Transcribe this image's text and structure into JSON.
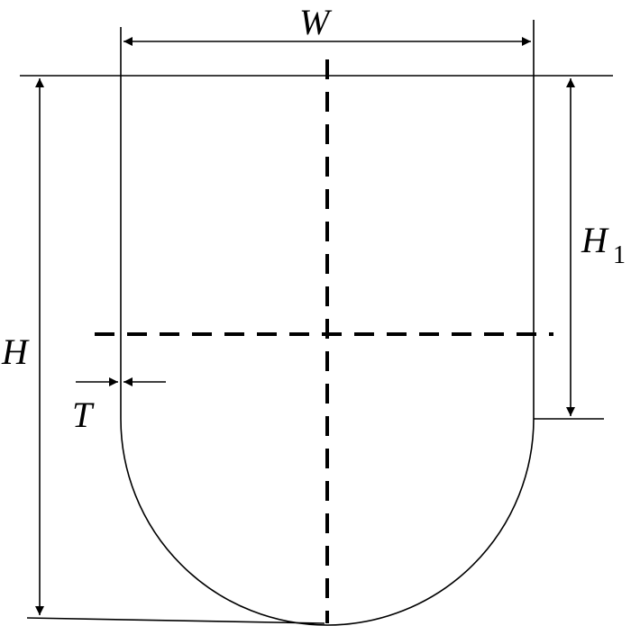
{
  "labels": {
    "width": "W",
    "height": "H",
    "height_1": "H",
    "height_1_subscript": "1",
    "thickness": "T"
  },
  "colors": {
    "stroke": "#000000",
    "background": "#ffffff"
  }
}
